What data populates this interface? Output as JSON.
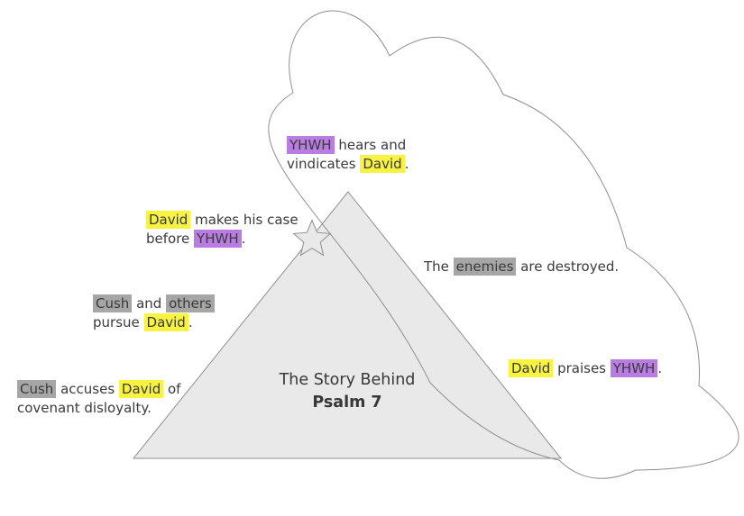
{
  "diagram": {
    "kind": "story-arc-diagram",
    "shapes": [
      "thought-cloud-outline",
      "mountain-triangle",
      "star-marker"
    ]
  },
  "colors": {
    "hl_yellow": "#f8f340",
    "hl_purple": "#b97de2",
    "hl_gray": "#a6a6a6",
    "shape_fill": "#e9e9e9",
    "shape_stroke": "#8f8f8f",
    "text": "#3a3a3a"
  },
  "title": {
    "line1": "The Story Behind",
    "line2": "Psalm 7"
  },
  "labels": [
    {
      "name": "yhwh-hears-vindicates",
      "lines": [
        [
          {
            "t": "YHWH",
            "hl": "purple"
          },
          {
            "t": " hears and",
            "hl": "none"
          }
        ],
        [
          {
            "t": "vindicates ",
            "hl": "none"
          },
          {
            "t": "David",
            "hl": "yellow"
          },
          {
            "t": ".",
            "hl": "none"
          }
        ]
      ]
    },
    {
      "name": "david-makes-case",
      "lines": [
        [
          {
            "t": "David",
            "hl": "yellow"
          },
          {
            "t": " makes his case",
            "hl": "none"
          }
        ],
        [
          {
            "t": "before ",
            "hl": "none"
          },
          {
            "t": "YHWH",
            "hl": "purple"
          },
          {
            "t": ".",
            "hl": "none"
          }
        ]
      ]
    },
    {
      "name": "cush-others-pursue",
      "lines": [
        [
          {
            "t": "Cush",
            "hl": "gray"
          },
          {
            "t": " and ",
            "hl": "none"
          },
          {
            "t": "others",
            "hl": "gray"
          }
        ],
        [
          {
            "t": "pursue ",
            "hl": "none"
          },
          {
            "t": "David",
            "hl": "yellow"
          },
          {
            "t": ".",
            "hl": "none"
          }
        ]
      ]
    },
    {
      "name": "cush-accuses",
      "lines": [
        [
          {
            "t": "Cush",
            "hl": "gray"
          },
          {
            "t": " accuses ",
            "hl": "none"
          },
          {
            "t": "David",
            "hl": "yellow"
          },
          {
            "t": " of",
            "hl": "none"
          }
        ],
        [
          {
            "t": "covenant disloyalty.",
            "hl": "none"
          }
        ]
      ]
    },
    {
      "name": "enemies-destroyed",
      "lines": [
        [
          {
            "t": "The ",
            "hl": "none"
          },
          {
            "t": "enemies",
            "hl": "gray"
          },
          {
            "t": " are destroyed.",
            "hl": "none"
          }
        ]
      ]
    },
    {
      "name": "david-praises",
      "lines": [
        [
          {
            "t": "David",
            "hl": "yellow"
          },
          {
            "t": " praises ",
            "hl": "none"
          },
          {
            "t": "YHWH",
            "hl": "purple"
          },
          {
            "t": ".",
            "hl": "none"
          }
        ]
      ]
    }
  ]
}
